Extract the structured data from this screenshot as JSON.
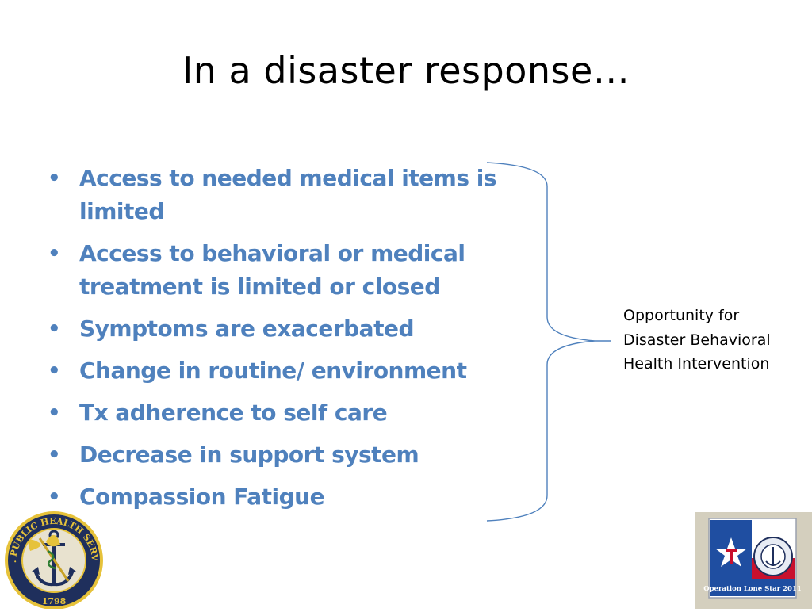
{
  "slide": {
    "title": "In a disaster response…",
    "bullets": [
      "Access to needed medical items is limited",
      "Access to behavioral or medical treatment is limited or closed",
      "Symptoms are exacerbated",
      "Change in routine/ environment",
      "Tx adherence to self care",
      "Decrease in support system",
      "Compassion Fatigue"
    ],
    "callout_lines": [
      "Opportunity for",
      "Disaster Behavioral",
      "Health Intervention"
    ],
    "logo_left_text": "U.S. PUBLIC HEALTH SERVICE",
    "logo_left_year": "1798",
    "logo_right_text": "Operation Lone Star 2011",
    "colors": {
      "bullet_text": "#4f81bd",
      "brace": "#4f81bd",
      "seal_blue": "#1f2f5c",
      "seal_gold": "#e6c23a",
      "flag_red": "#c8102e"
    }
  }
}
